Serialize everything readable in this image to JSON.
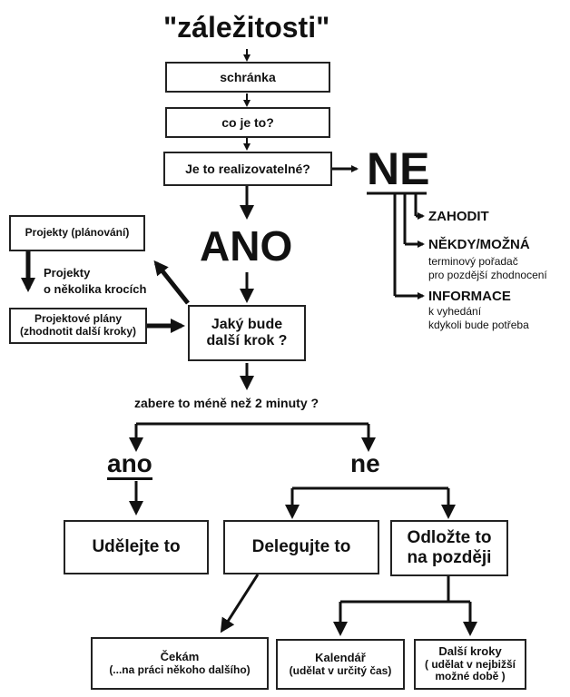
{
  "title": "\"záležitosti\"",
  "nodes": {
    "inbox": "schránka",
    "what": "co je to?",
    "actionable": "Je to realizovatelné?",
    "no": "NE",
    "trash": "ZAHODIT",
    "someday_title": "NĚKDY/MOŽNÁ",
    "someday_line1": "terminový pořadač",
    "someday_line2": "pro pozdější zhodnocení",
    "info_title": "INFORMACE",
    "info_line1": "k vyhedání",
    "info_line2": "kdykoli bude potřeba",
    "yes": "ANO",
    "projects": "Projekty (plánování)",
    "projects_multi_1": "Projekty",
    "projects_multi_2": "o několika krocích",
    "project_plans_1": "Projektové plány",
    "project_plans_2": "(zhodnotit další kroky)",
    "next_action_1": "Jaký bude",
    "next_action_2": "další krok ?",
    "two_minutes": "zabere to méně než 2 minuty ?",
    "ano_small": "ano",
    "ne_small": "ne",
    "do_it": "Udělejte to",
    "delegate": "Delegujte to",
    "defer_1": "Odložte to",
    "defer_2": "na později",
    "waiting_1": "Čekám",
    "waiting_2": "(...na práci někoho dalšího)",
    "calendar_1": "Kalendář",
    "calendar_2": "(udělat v určitý čas)",
    "next_steps_1": "Další kroky",
    "next_steps_2": "( udělat v nejbižší",
    "next_steps_3": "možné době )"
  }
}
